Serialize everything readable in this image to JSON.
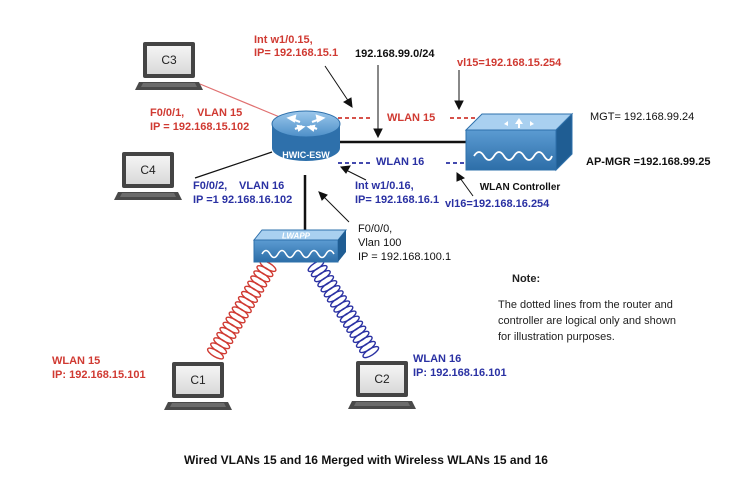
{
  "colors": {
    "wlan15": "#d03a32",
    "wlan16": "#2a31a3",
    "device_blue": "#2e78b4",
    "wire": "#111111"
  },
  "devices": {
    "router": {
      "label": "HWIC-ESW",
      "icon": "router-icon"
    },
    "controller": {
      "label": "WLAN Controller",
      "icon": "wlan-controller-icon"
    },
    "ap": {
      "label": "LWAPP",
      "icon": "access-point-icon"
    },
    "clients": [
      {
        "label": "C1",
        "icon": "laptop-icon"
      },
      {
        "label": "C2",
        "icon": "laptop-icon"
      },
      {
        "label": "C3",
        "icon": "laptop-icon"
      },
      {
        "label": "C4",
        "icon": "laptop-icon"
      }
    ]
  },
  "labels": {
    "int_w1_015_l1": "Int w1/0.15,",
    "int_w1_015_l2": "IP= 192.168.15.1",
    "subnet_99": "192.168.99.0/24",
    "vl15": "vl15=192.168.15.254",
    "wlan15_logical": "WLAN 15",
    "wlan16_logical": "WLAN 16",
    "mgt": "MGT= 192.168.99.24",
    "ap_mgr": "AP-MGR =192.168.99.25",
    "f001_port": "F0/0/1,",
    "f001_vlan": "VLAN 15",
    "f001_ip": "IP = 192.168.15.102",
    "f002_port": "F0/0/2,",
    "f002_vlan": "VLAN 16",
    "f002_ip": "IP =1 92.168.16.102",
    "int_w1_016_l1": "Int w1/0.16,",
    "int_w1_016_l2": "IP= 192.168.16.1",
    "vl16": "vl16=192.168.16.254",
    "f000_l1": "F0/0/0,",
    "f000_l2": "Vlan 100",
    "f000_l3": "IP = 192.168.100.1",
    "c1_wlan": "WLAN 15",
    "c1_ip": "IP: 192.168.15.101",
    "c2_wlan": "WLAN 16",
    "c2_ip": "IP: 192.168.16.101"
  },
  "note": {
    "title": "Note:",
    "line1": "The dotted lines from the router and",
    "line2": "controller are logical only and shown",
    "line3": "for illustration purposes."
  },
  "caption": "Wired VLANs 15 and 16 Merged with Wireless WLANs 15 and 16"
}
